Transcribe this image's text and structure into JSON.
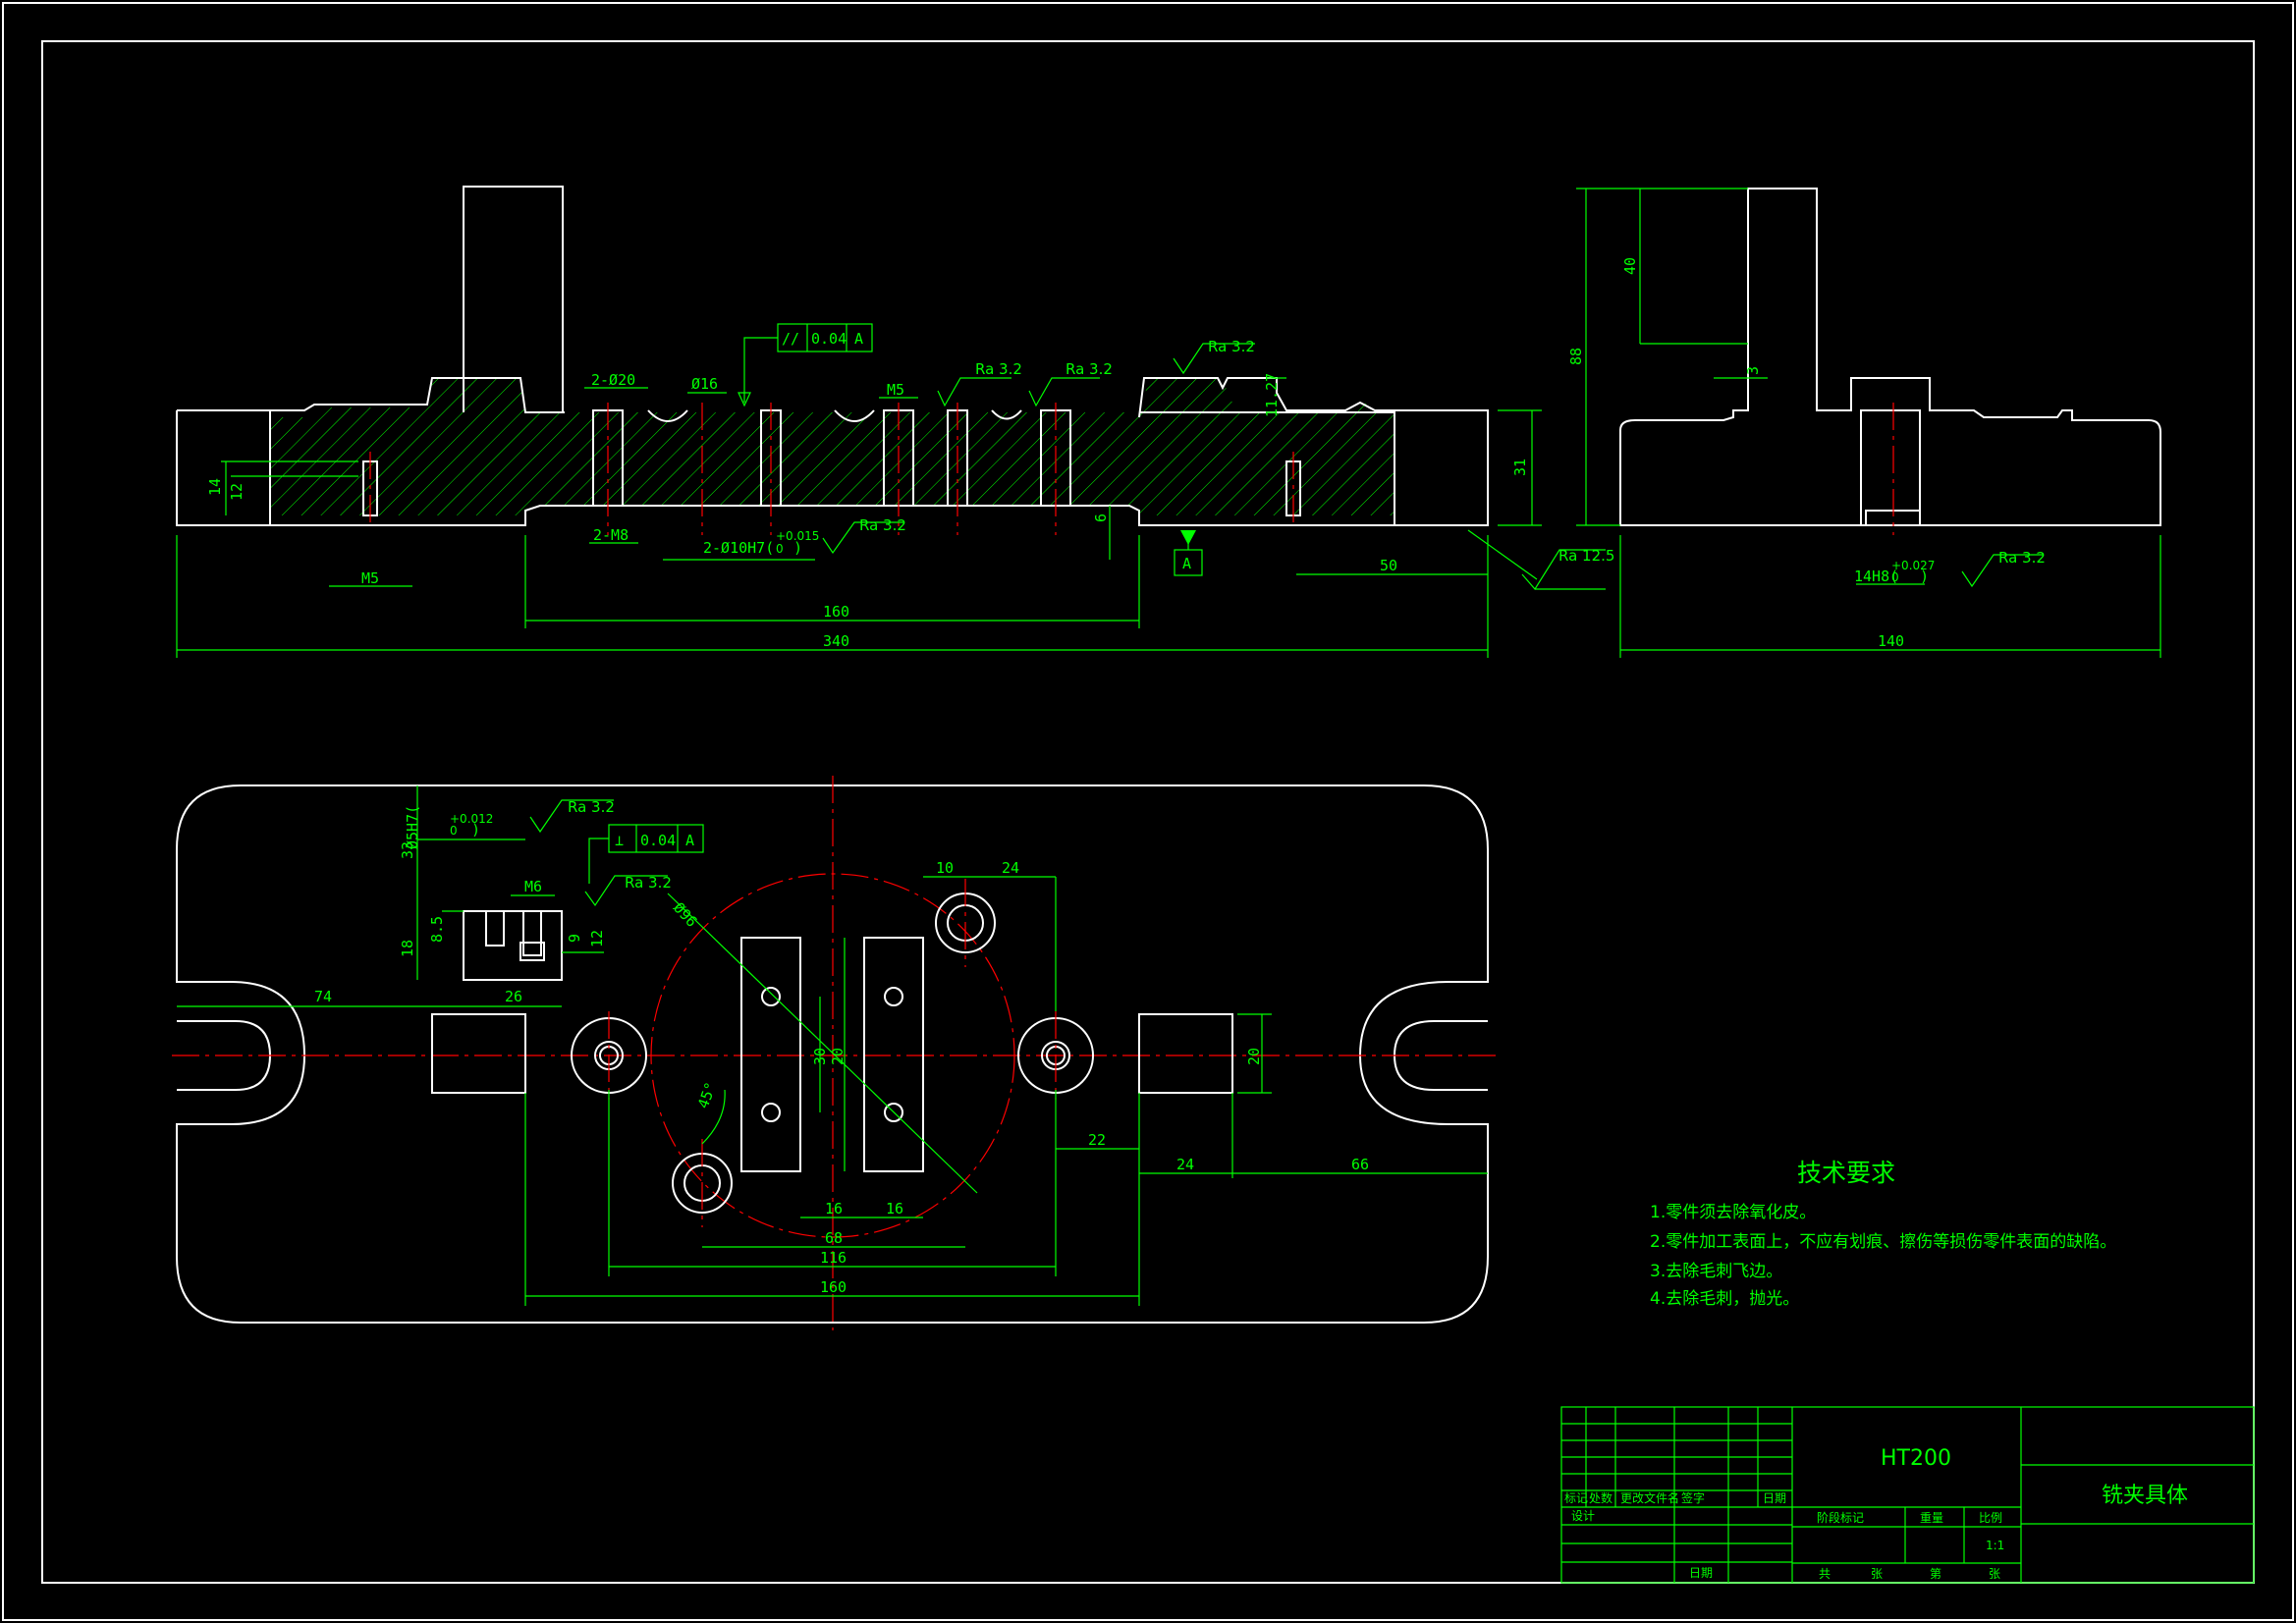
{
  "front_view": {
    "dims": {
      "d2_20": "2-Ø20",
      "d16": "Ø16",
      "m5_top": "M5",
      "h14": "14",
      "h12": "12",
      "m5_bottom": "M5",
      "m8": "2-M8",
      "d10h7": "2-Ø10H7(",
      "d10h7_tol_up": "+0.015",
      "d10h7_tol_low": "0",
      "d10h7_close": ")",
      "h6": "6",
      "h11": "11.27",
      "h31": "31",
      "w50": "50",
      "w160": "160",
      "w340": "340"
    },
    "roughness": {
      "ra1": "Ra 3.2",
      "ra2": "Ra 3.2",
      "ra3": "Ra 3.2",
      "ra4": "Ra 3.2",
      "ra125": "Ra 12.5"
    },
    "tolerance": {
      "symbol": "//",
      "value": "0.04",
      "datum": "A"
    },
    "datum_label": "A"
  },
  "side_view": {
    "dims": {
      "h88": "88",
      "h40": "40",
      "w3": "3",
      "w140": "140",
      "d14h8": "14H8(",
      "d14h8_tol_up": "+0.027",
      "d14h8_tol_low": "0",
      "d14h8_close": ")"
    },
    "roughness": "Ra 3.2"
  },
  "top_view": {
    "dims": {
      "d5h7": "Ø5H7(",
      "d5h7_tol_up": "+0.012",
      "d5h7_tol_low": "0",
      "d5h7_close": ")",
      "h33": "33",
      "h85": "8.5",
      "h18": "18",
      "h9": "9",
      "h12": "12",
      "m6": "M6",
      "w74": "74",
      "w26": "26",
      "d96": "Ø96",
      "w10": "10",
      "w24a": "24",
      "h30": "30",
      "h20a": "20",
      "ang45": "45°",
      "w16a": "16",
      "w16b": "16",
      "w68": "68",
      "w116": "116",
      "w160": "160",
      "w22": "22",
      "w24b": "24",
      "w66": "66",
      "h20b": "20"
    },
    "roughness": {
      "ra1": "Ra 3.2",
      "ra2": "Ra 3.2"
    },
    "tolerance": {
      "symbol": "⊥",
      "value": "0.04",
      "datum": "A"
    }
  },
  "tech_requirements": {
    "title": "技术要求",
    "items": [
      "1.零件须去除氧化皮。",
      "2.零件加工表面上，不应有划痕、擦伤等损伤零件表面的缺陷。",
      "3.去除毛刺飞边。",
      "4.去除毛刺，抛光。"
    ]
  },
  "title_block": {
    "material": "HT200",
    "part_name": "铣夹具体",
    "header_cells": [
      "标记",
      "处数",
      "更改文件名",
      "签字",
      "日期"
    ],
    "design": "设计",
    "date": "日期",
    "stage_mark": "阶段标记",
    "weight": "重量",
    "scale_label": "比例",
    "scale": "1:1",
    "total": "共",
    "sheet": "张",
    "page_label": "第",
    "page_sheet": "张"
  },
  "colors": {
    "background": "#000000",
    "outline": "#ffffff",
    "dimension": "#00ff00",
    "centerline": "#ff0000"
  }
}
